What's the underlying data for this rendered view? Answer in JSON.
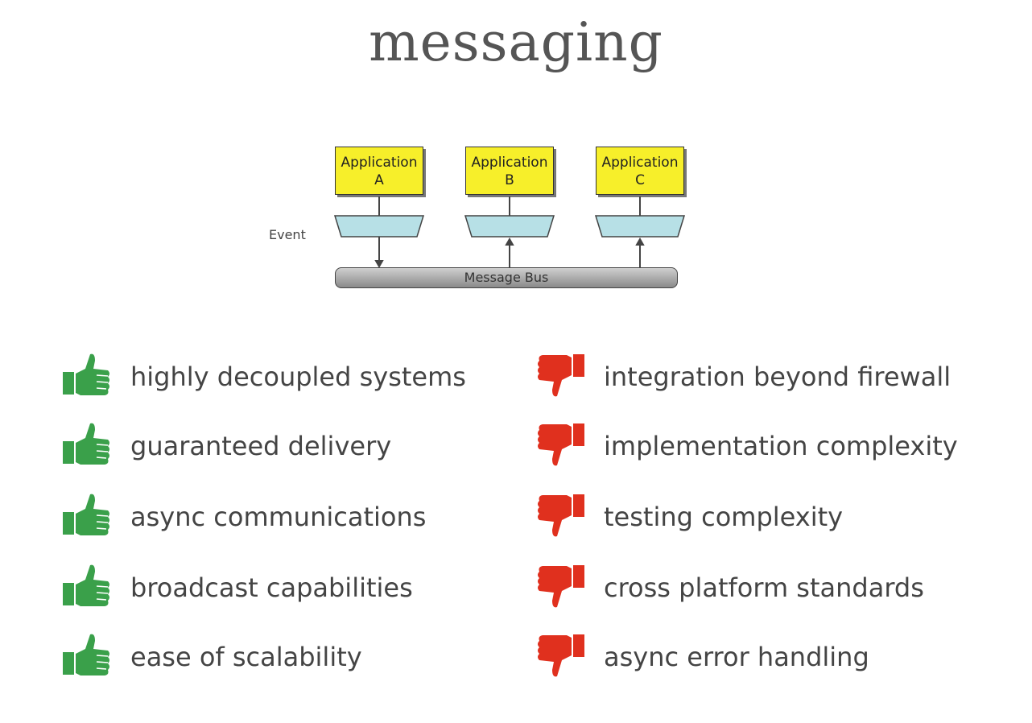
{
  "title": "messaging",
  "diagram": {
    "applications": [
      {
        "line1": "Application",
        "line2": "A"
      },
      {
        "line1": "Application",
        "line2": "B"
      },
      {
        "line1": "Application",
        "line2": "C"
      }
    ],
    "event_label": "Event",
    "bus_label": "Message Bus"
  },
  "pros": [
    {
      "icon": "thumbs-up-icon",
      "text": "highly decoupled systems"
    },
    {
      "icon": "thumbs-up-icon",
      "text": "guaranteed delivery"
    },
    {
      "icon": "thumbs-up-icon",
      "text": "async communications"
    },
    {
      "icon": "thumbs-up-icon",
      "text": "broadcast capabilities"
    },
    {
      "icon": "thumbs-up-icon",
      "text": "ease of scalability"
    }
  ],
  "cons": [
    {
      "icon": "thumbs-down-icon",
      "text": "integration beyond firewall"
    },
    {
      "icon": "thumbs-down-icon",
      "text": "implementation complexity"
    },
    {
      "icon": "thumbs-down-icon",
      "text": "testing complexity"
    },
    {
      "icon": "thumbs-down-icon",
      "text": "cross platform standards"
    },
    {
      "icon": "thumbs-down-icon",
      "text": "async error handling"
    }
  ],
  "colors": {
    "pro": "#3aa04a",
    "con": "#e0301e",
    "app_box": "#f7ef2a",
    "channel": "#b7e0e6"
  }
}
